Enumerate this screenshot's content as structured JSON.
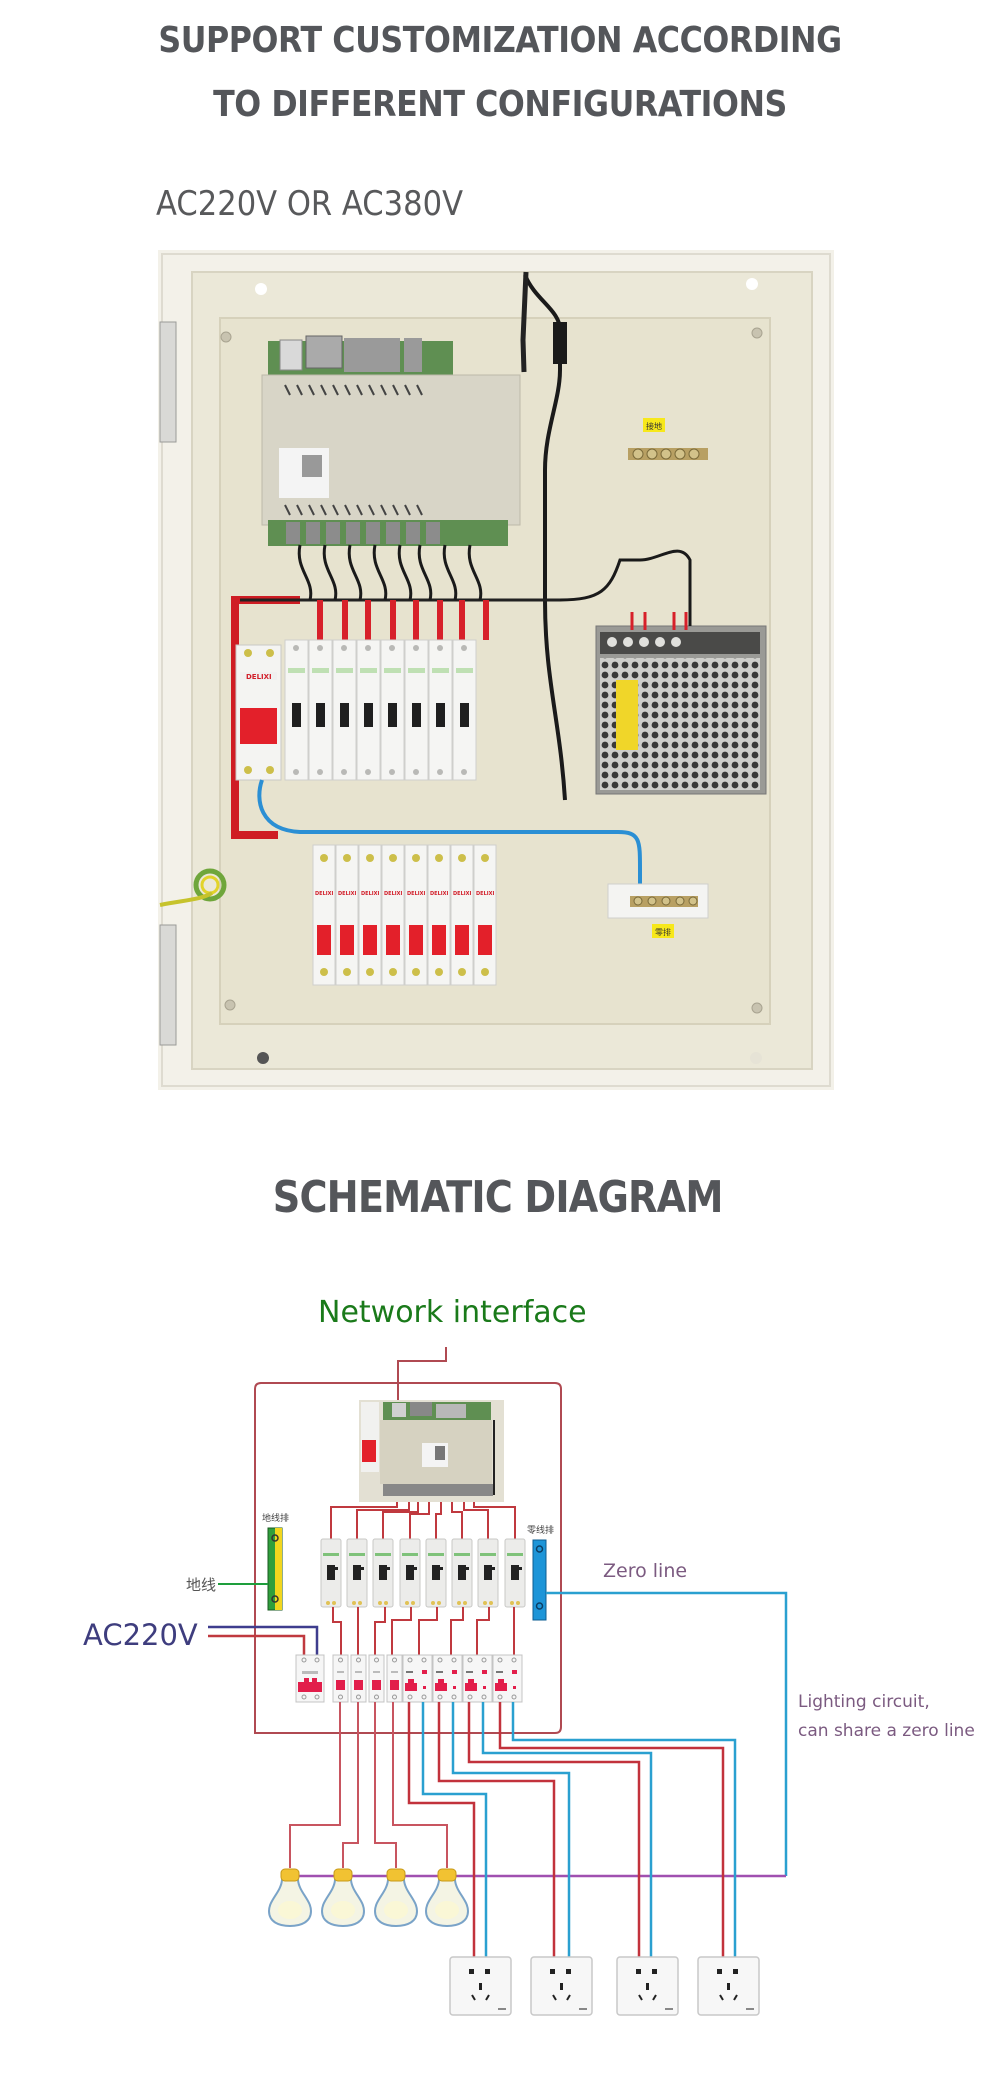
{
  "header": {
    "line1": "SUPPORT CUSTOMIZATION ACCORDING",
    "line2": "TO DIFFERENT CONFIGURATIONS",
    "voltage_label": "AC220V OR AC380V"
  },
  "photo": {
    "subject": "distribution-cabinet-photo",
    "labels": {
      "ground_bar_tag": "接地",
      "neutral_bar_tag": "零排",
      "breaker_brand": "DELIXI"
    },
    "relay_count": 8,
    "breaker_count": 8
  },
  "schematic": {
    "title": "SCHEMATIC DIAGRAM",
    "network_interface": "Network interface",
    "ground_bar_label": "地线排",
    "neutral_bar_label": "零线排",
    "ground_wire_label": "地线",
    "supply_label": "AC220V",
    "zero_line_label": "Zero line",
    "note_line1": "Lighting circuit,",
    "note_line2": "can share a zero line",
    "relay_count": 8,
    "lighting_breakers": 4,
    "socket_rcbos": 4,
    "bulbs": 4,
    "sockets": 4
  },
  "colors": {
    "heading": "#54565a",
    "network_green": "#1a7a1a",
    "label_purple": "#7b5a80",
    "supply_navy": "#3e3d7e",
    "live_red": "#c2323c",
    "neutral_blue": "#2aa0d0",
    "frame_red": "#b05058",
    "zero_purple": "#a050b0"
  }
}
